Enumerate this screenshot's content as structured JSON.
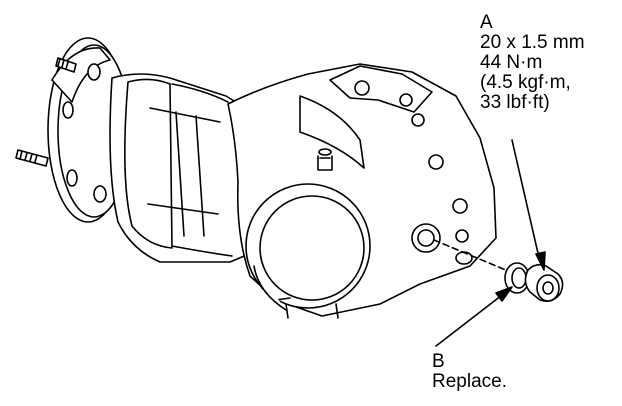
{
  "callouts": {
    "a": {
      "letter": "A",
      "lines": [
        "20 x 1.5 mm",
        "44 N·m",
        "(4.5 kgf·m,",
        "33 lbf·ft)"
      ]
    },
    "b": {
      "letter": "B",
      "note": "Replace."
    }
  },
  "colors": {
    "line": "#000000",
    "background": "#ffffff",
    "body_fill": "#ffffff"
  }
}
